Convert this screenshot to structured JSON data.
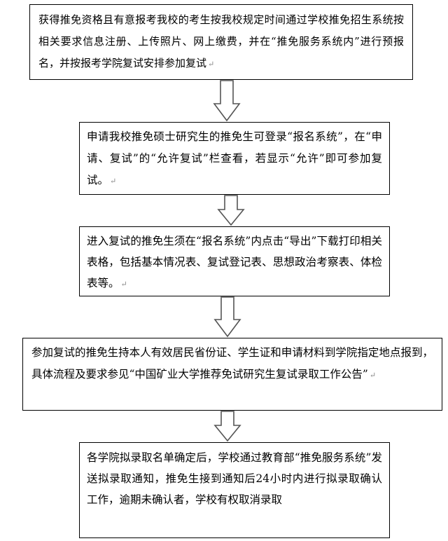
{
  "steps": [
    {
      "text": "获得推免资格且有意报考我校的考生按我校规定时间通过学校推免招生系统按相关要求信息注册、上传照片、网上缴费，并在“推免服务系统内”进行预报名，并按报考学院复试安排参加复试"
    },
    {
      "text": "申请我校推免硕士研究生的推免生可登录“报名系统”，在“申请、复试”的“允许复试”栏查看，若显示“允许”即可参加复试。"
    },
    {
      "text": "进入复试的推免生须在“报名系统”内点击“导出”下载打印相关表格，包括基本情况表、复试登记表、思想政治考察表、体检表等。"
    },
    {
      "text": "参加复试的推免生持本人有效居民省份证、学生证和申请材料到学院指定地点报到，具体流程及要求参见“中国矿业大学推荐免试研究生复试录取工作公告”"
    },
    {
      "text": "各学院拟录取名单确定后，学校通过教育部“推免服务系统”发送拟录取通知，推免生接到通知后24小时内进行拟录取确认工作，逾期未确认者，学校有权取消录取"
    }
  ],
  "return_mark": "↵"
}
